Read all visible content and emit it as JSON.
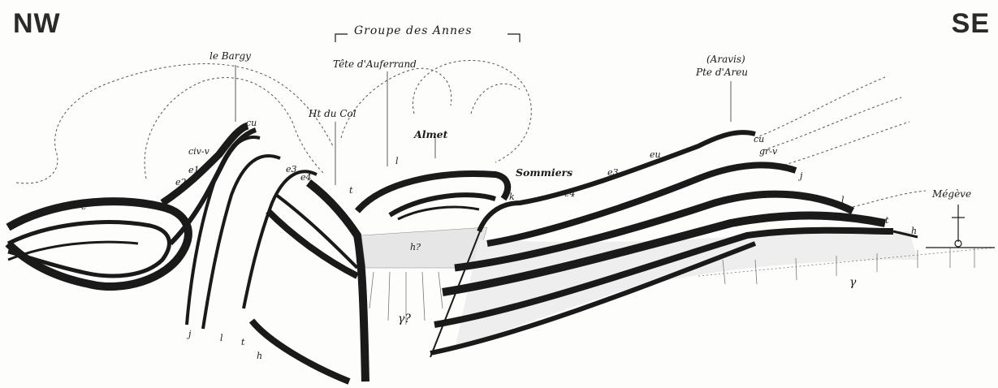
{
  "orientation": {
    "left": "NW",
    "right": "SE"
  },
  "group_label": "Groupe des Annes",
  "places": {
    "bargy": "le Bargy",
    "auferrand": "Tête d'Auferrand",
    "col": "Ht du Col",
    "almet": "Almet",
    "aravis": "(Aravis)",
    "areu": "Pte d'Areu",
    "sommiers": "Sommiers",
    "megeve": "Mégève"
  },
  "formation_symbols": {
    "c": "c",
    "civ": "civ-v",
    "e1": "e1",
    "e2": "e2",
    "e3": "e3",
    "e4": "e4",
    "eu": "eu",
    "cu": "cu",
    "l": "l",
    "t": "t",
    "j": "j",
    "h": "h",
    "k": "k",
    "gamma": "γ",
    "gamma_q": "γ?",
    "h2": "h?",
    "grv": "gr-v"
  },
  "colors": {
    "ink": "#1a1a1a",
    "paper": "#fdfdfc",
    "label": "#2a2a2a"
  }
}
